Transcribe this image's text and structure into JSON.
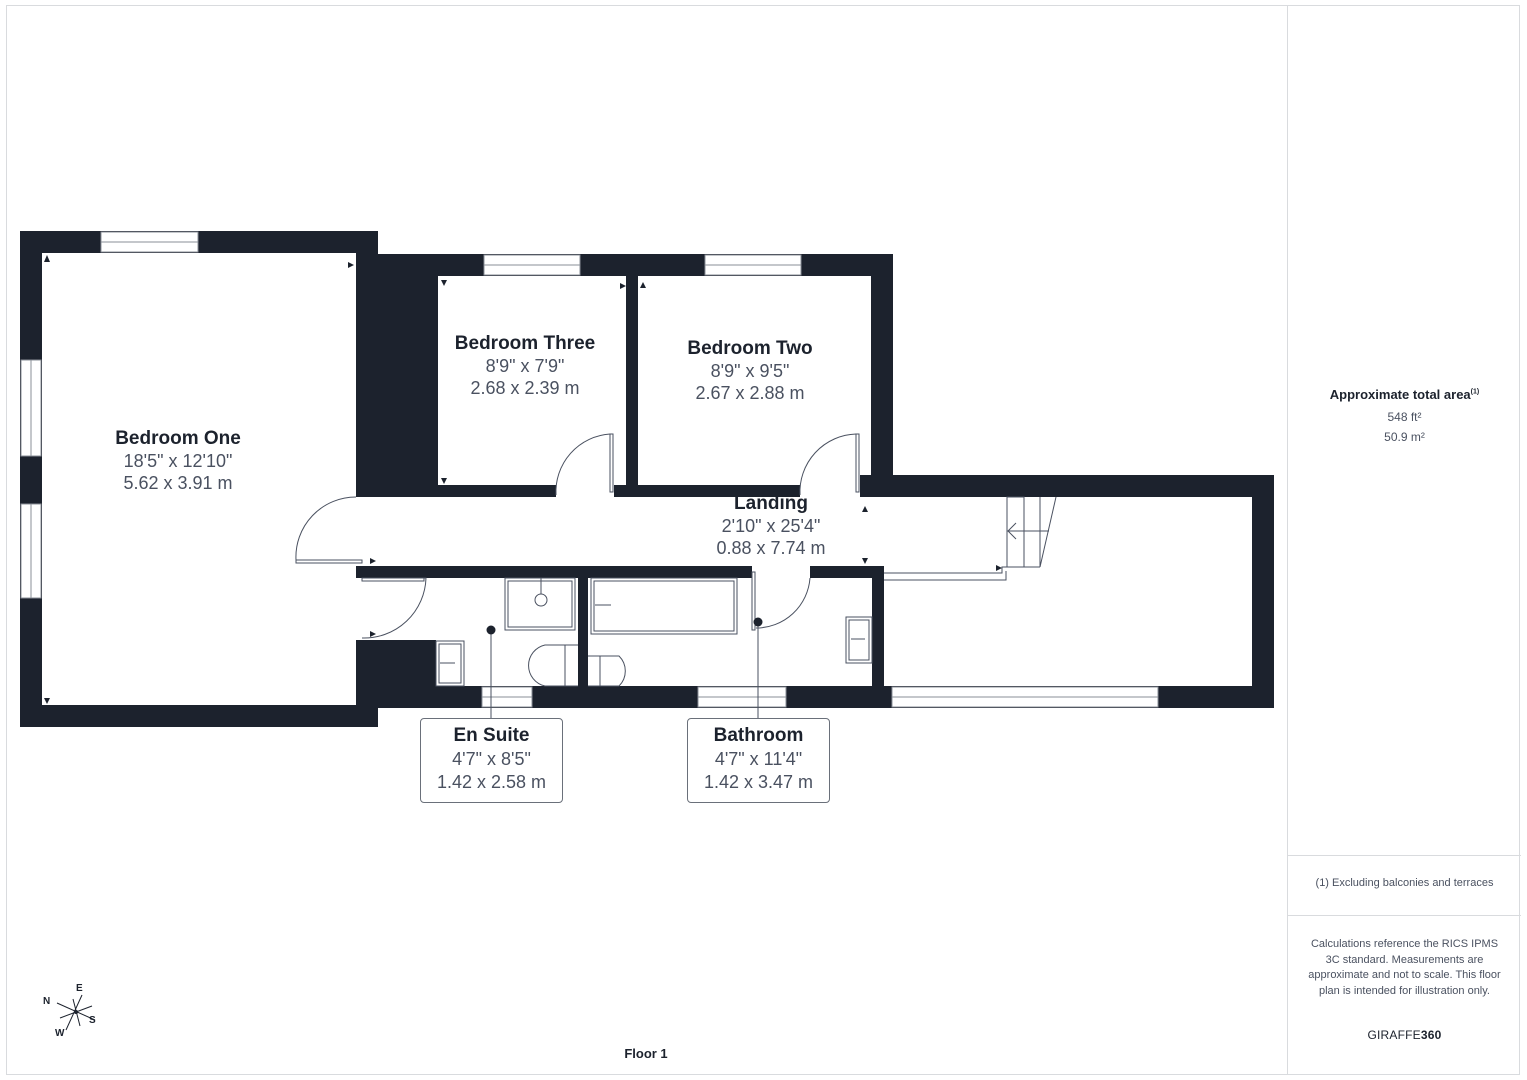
{
  "floor_plan": {
    "floor_label": "Floor 1",
    "rooms": [
      {
        "name": "Bedroom One",
        "imperial": "18'5\" x 12'10\"",
        "metric": "5.62 x 3.91 m"
      },
      {
        "name": "Bedroom Three",
        "imperial": "8'9\" x 7'9\"",
        "metric": "2.68 x 2.39 m"
      },
      {
        "name": "Bedroom Two",
        "imperial": "8'9\" x 9'5\"",
        "metric": "2.67 x 2.88 m"
      },
      {
        "name": "Landing",
        "imperial": "2'10\" x 25'4\"",
        "metric": "0.88 x 7.74 m"
      },
      {
        "name": "En Suite",
        "imperial": "4'7\" x 8'5\"",
        "metric": "1.42 x 2.58 m"
      },
      {
        "name": "Bathroom",
        "imperial": "4'7\" x 11'4\"",
        "metric": "1.42 x 3.47 m"
      }
    ],
    "compass": {
      "n": "N",
      "e": "E",
      "s": "S",
      "w": "W"
    },
    "colors": {
      "wall": "#1c222d",
      "text_secondary": "#4a5160",
      "divider": "#d9dbde"
    }
  },
  "sidebar": {
    "area_title": "Approximate total area",
    "area_footnote_marker": "(1)",
    "area_sqft": "548 ft²",
    "area_sqm": "50.9 m²",
    "footnote": "(1) Excluding balconies and terraces",
    "calculation_note": "Calculations reference the RICS IPMS 3C standard. Measurements are approximate and not to scale. This floor plan is intended for illustration only.",
    "brand_light": "GIRAFFE",
    "brand_bold": "360"
  }
}
